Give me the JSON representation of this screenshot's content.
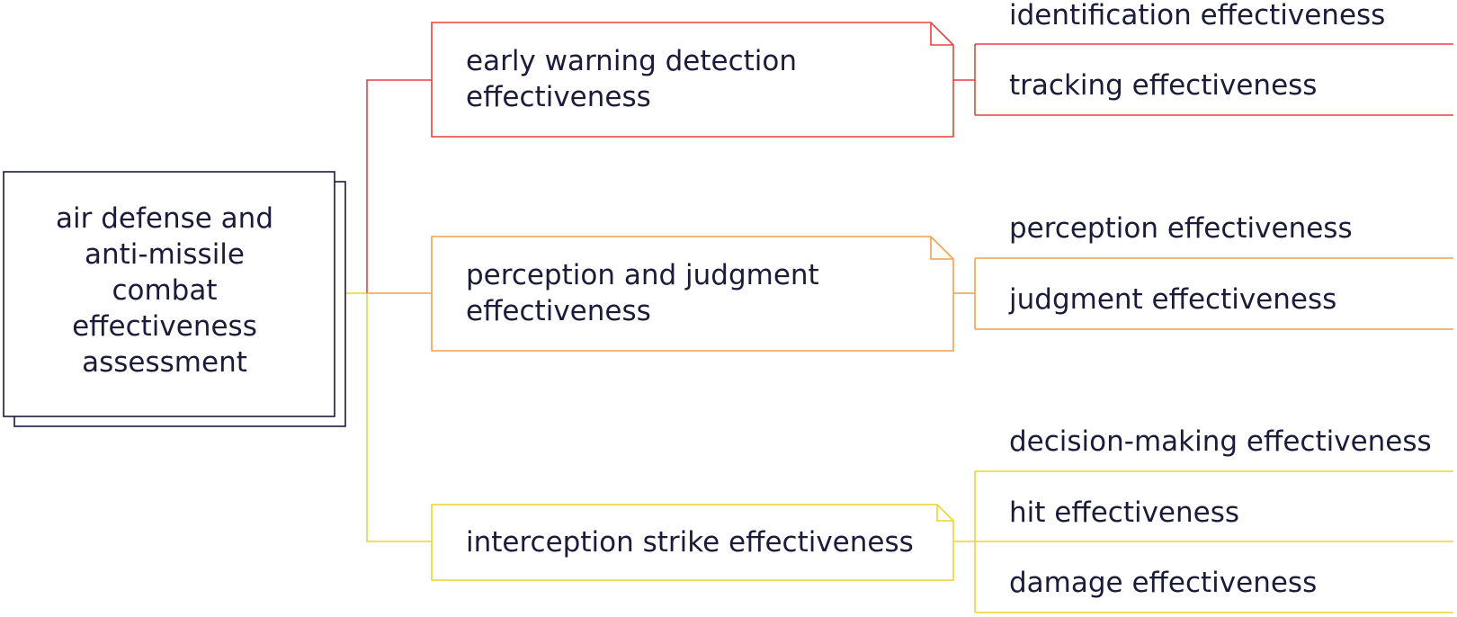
{
  "root": {
    "lines": [
      "air defense and",
      "anti-missile",
      "combat",
      "effectiveness",
      "assessment"
    ]
  },
  "branches": [
    {
      "lines": [
        "early warning detection",
        "effectiveness"
      ],
      "color": "#e8433a",
      "leaves": [
        "identification effectiveness",
        "tracking effectiveness"
      ]
    },
    {
      "lines": [
        "perception and judgment",
        "effectiveness"
      ],
      "color": "#f2a04a",
      "leaves": [
        "perception effectiveness",
        "judgment effectiveness"
      ]
    },
    {
      "lines": [
        "interception strike effectiveness"
      ],
      "color": "#f1d32e",
      "leaves": [
        "decision-making effectiveness",
        "hit effectiveness",
        "damage effectiveness"
      ]
    }
  ],
  "colors": {
    "text": "#1b1b3a",
    "root_border": "#1b1b3a"
  }
}
